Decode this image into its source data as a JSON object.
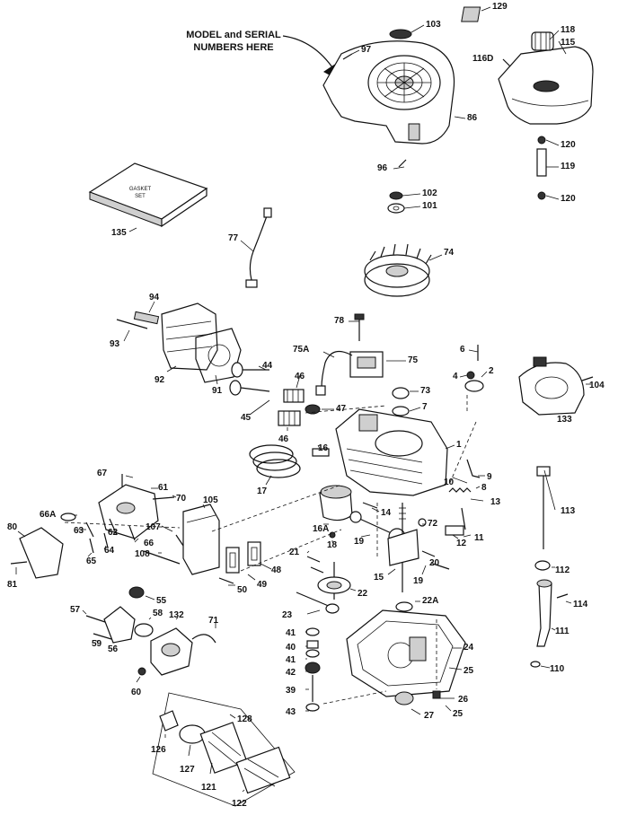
{
  "note": {
    "line1": "MODEL and SERIAL",
    "line2": "NUMBERS HERE"
  },
  "gasket_set_text": {
    "line1": "GASKET",
    "line2": "SET"
  },
  "callouts": [
    {
      "id": "c129",
      "text": "129"
    },
    {
      "id": "c103",
      "text": "103"
    },
    {
      "id": "c118",
      "text": "118"
    },
    {
      "id": "c115",
      "text": "115"
    },
    {
      "id": "c97",
      "text": "97"
    },
    {
      "id": "c116d",
      "text": "116D"
    },
    {
      "id": "c86",
      "text": "86"
    },
    {
      "id": "c120a",
      "text": "120"
    },
    {
      "id": "c119",
      "text": "119"
    },
    {
      "id": "c96",
      "text": "96"
    },
    {
      "id": "c120b",
      "text": "120"
    },
    {
      "id": "c102",
      "text": "102"
    },
    {
      "id": "c101",
      "text": "101"
    },
    {
      "id": "c135",
      "text": "135"
    },
    {
      "id": "c77",
      "text": "77"
    },
    {
      "id": "c74",
      "text": "74"
    },
    {
      "id": "c94",
      "text": "94"
    },
    {
      "id": "c78",
      "text": "78"
    },
    {
      "id": "c93",
      "text": "93"
    },
    {
      "id": "c6",
      "text": "6"
    },
    {
      "id": "c75a",
      "text": "75A"
    },
    {
      "id": "c75",
      "text": "75"
    },
    {
      "id": "c2",
      "text": "2"
    },
    {
      "id": "c4",
      "text": "4"
    },
    {
      "id": "c92",
      "text": "92"
    },
    {
      "id": "c44",
      "text": "44"
    },
    {
      "id": "c91",
      "text": "91"
    },
    {
      "id": "c46a",
      "text": "46"
    },
    {
      "id": "c104",
      "text": "104"
    },
    {
      "id": "c73",
      "text": "73"
    },
    {
      "id": "c45",
      "text": "45"
    },
    {
      "id": "c47",
      "text": "47"
    },
    {
      "id": "c7",
      "text": "7"
    },
    {
      "id": "c133",
      "text": "133"
    },
    {
      "id": "c46b",
      "text": "46"
    },
    {
      "id": "c16",
      "text": "16"
    },
    {
      "id": "c1",
      "text": "1"
    },
    {
      "id": "c9",
      "text": "9"
    },
    {
      "id": "c67",
      "text": "67"
    },
    {
      "id": "c61",
      "text": "61"
    },
    {
      "id": "c17",
      "text": "17"
    },
    {
      "id": "c10",
      "text": "10"
    },
    {
      "id": "c8",
      "text": "8"
    },
    {
      "id": "c70",
      "text": "70"
    },
    {
      "id": "c105",
      "text": "105"
    },
    {
      "id": "c13",
      "text": "13"
    },
    {
      "id": "c113",
      "text": "113"
    },
    {
      "id": "c66a",
      "text": "66A"
    },
    {
      "id": "c14",
      "text": "14"
    },
    {
      "id": "c72",
      "text": "72"
    },
    {
      "id": "c62",
      "text": "62"
    },
    {
      "id": "c16a",
      "text": "16A"
    },
    {
      "id": "c80",
      "text": "80"
    },
    {
      "id": "c63",
      "text": "63"
    },
    {
      "id": "c107",
      "text": "107"
    },
    {
      "id": "c12",
      "text": "12"
    },
    {
      "id": "c11",
      "text": "11"
    },
    {
      "id": "c64",
      "text": "64"
    },
    {
      "id": "c66",
      "text": "66"
    },
    {
      "id": "c108",
      "text": "108"
    },
    {
      "id": "c18",
      "text": "18"
    },
    {
      "id": "c19a",
      "text": "19"
    },
    {
      "id": "c65",
      "text": "65"
    },
    {
      "id": "c21",
      "text": "21"
    },
    {
      "id": "c20",
      "text": "20"
    },
    {
      "id": "c81",
      "text": "81"
    },
    {
      "id": "c48a",
      "text": "48"
    },
    {
      "id": "c112",
      "text": "112"
    },
    {
      "id": "c15",
      "text": "15"
    },
    {
      "id": "c19b",
      "text": "19"
    },
    {
      "id": "c50",
      "text": "50"
    },
    {
      "id": "c49",
      "text": "49"
    },
    {
      "id": "c22",
      "text": "22"
    },
    {
      "id": "c55",
      "text": "55"
    },
    {
      "id": "c114",
      "text": "114"
    },
    {
      "id": "c22a",
      "text": "22A"
    },
    {
      "id": "c57",
      "text": "57"
    },
    {
      "id": "c58",
      "text": "58"
    },
    {
      "id": "c132",
      "text": "132"
    },
    {
      "id": "c71",
      "text": "71"
    },
    {
      "id": "c23",
      "text": "23"
    },
    {
      "id": "c111",
      "text": "111"
    },
    {
      "id": "c41a",
      "text": "41"
    },
    {
      "id": "c59",
      "text": "59"
    },
    {
      "id": "c56",
      "text": "56"
    },
    {
      "id": "c40",
      "text": "40"
    },
    {
      "id": "c24",
      "text": "24"
    },
    {
      "id": "c41b",
      "text": "41"
    },
    {
      "id": "c110",
      "text": "110"
    },
    {
      "id": "c42",
      "text": "42"
    },
    {
      "id": "c25a",
      "text": "25"
    },
    {
      "id": "c60",
      "text": "60"
    },
    {
      "id": "c39",
      "text": "39"
    },
    {
      "id": "c26",
      "text": "26"
    },
    {
      "id": "c43",
      "text": "43"
    },
    {
      "id": "c27",
      "text": "27"
    },
    {
      "id": "c25b",
      "text": "25"
    },
    {
      "id": "c128",
      "text": "128"
    },
    {
      "id": "c126",
      "text": "126"
    },
    {
      "id": "c127",
      "text": "127"
    },
    {
      "id": "c121",
      "text": "121"
    },
    {
      "id": "c122",
      "text": "122"
    }
  ]
}
